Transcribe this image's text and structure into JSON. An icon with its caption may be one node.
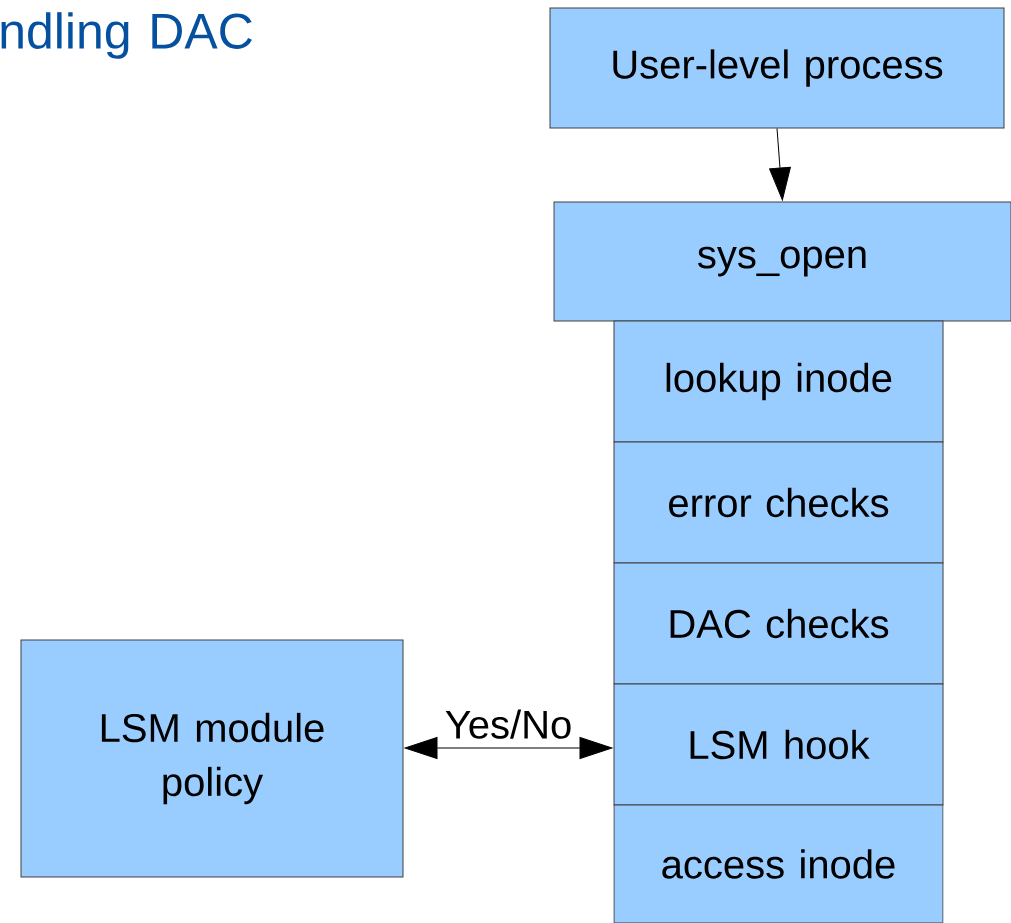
{
  "diagram": {
    "title": "ndling DAC",
    "nodes": [
      {
        "text": [
          "User-level process"
        ]
      },
      {
        "text": [
          "sys_open"
        ]
      },
      {
        "text": [
          "lookup inode"
        ]
      },
      {
        "text": [
          "error checks"
        ]
      },
      {
        "text": [
          "DAC checks"
        ]
      },
      {
        "text": [
          "LSM hook"
        ]
      },
      {
        "text": [
          "access inode"
        ]
      },
      {
        "text": [
          "LSM module policy"
        ]
      }
    ],
    "edges": [
      {
        "from": 0,
        "to": 1,
        "arrow": "to"
      },
      {
        "from": 7,
        "to": 5,
        "arrow": "both",
        "label": "Yes/No"
      }
    ]
  }
}
